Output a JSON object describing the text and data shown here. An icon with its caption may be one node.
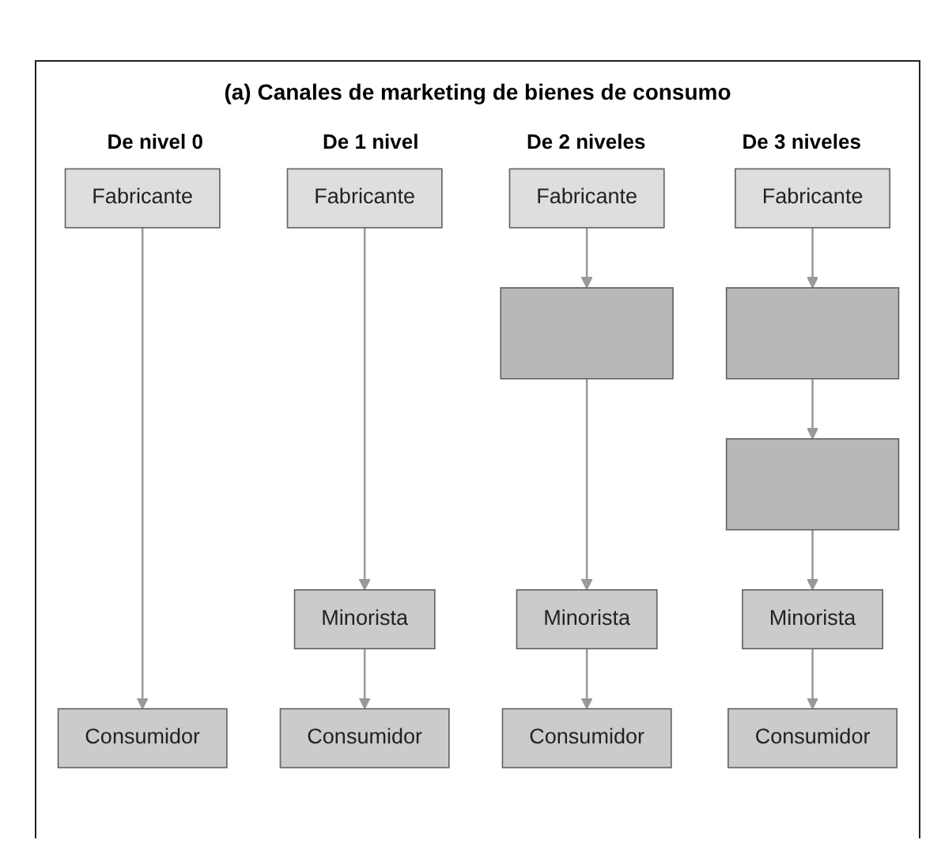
{
  "diagram": {
    "title": "(a) Canales de marketing de bienes de consumo",
    "nodes": [
      {
        "text": [
          "Fabricante"
        ]
      },
      {
        "text": [
          "Consumidor"
        ]
      },
      {
        "text": [
          "Fabricante"
        ]
      },
      {
        "text": [
          "Minorista"
        ]
      },
      {
        "text": [
          "Consumidor"
        ]
      },
      {
        "text": [
          "Fabricante"
        ]
      },
      {
        "text": [],
        "shape": "box"
      },
      {
        "text": [
          "Minorista"
        ]
      },
      {
        "text": [
          "Consumidor"
        ]
      },
      {
        "text": [
          "Fabricante"
        ]
      },
      {
        "text": [],
        "shape": "box"
      },
      {
        "text": [],
        "shape": "box"
      },
      {
        "text": [
          "Minorista"
        ]
      },
      {
        "text": [
          "Consumidor"
        ]
      }
    ],
    "edges": [
      {
        "from": 0,
        "to": 1,
        "arrow": "to"
      },
      {
        "from": 2,
        "to": 3,
        "arrow": "to"
      },
      {
        "from": 3,
        "to": 4,
        "arrow": "to"
      },
      {
        "from": 5,
        "to": 6,
        "arrow": "to"
      },
      {
        "from": 6,
        "to": 7,
        "arrow": "to"
      },
      {
        "from": 7,
        "to": 8,
        "arrow": "to"
      },
      {
        "from": 9,
        "to": 10,
        "arrow": "to"
      },
      {
        "from": 10,
        "to": 11,
        "arrow": "to"
      },
      {
        "from": 11,
        "to": 12,
        "arrow": "to"
      },
      {
        "from": 12,
        "to": 13,
        "arrow": "to"
      }
    ],
    "labels": [
      "De nivel 0",
      "De 1 nivel",
      "De 2 niveles",
      "De 3 niveles"
    ]
  }
}
